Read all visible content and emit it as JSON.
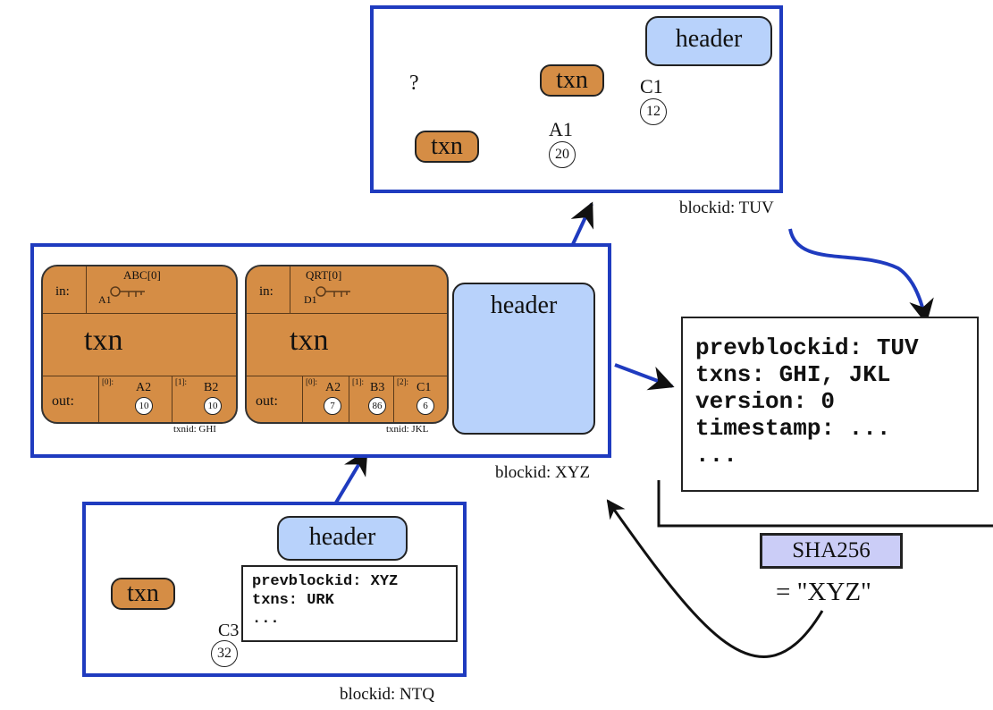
{
  "top_block": {
    "header": "header",
    "question_mark": "?",
    "txn_a": "txn",
    "txn_b": "txn",
    "output_a": {
      "name": "A1",
      "value": "20"
    },
    "output_b": {
      "name": "C1",
      "value": "12"
    },
    "blockid": "blockid: TUV"
  },
  "middle_block": {
    "header": "header",
    "blockid": "blockid: XYZ",
    "txn_ghi": {
      "in_label": "in:",
      "input_ref": "ABC[0]",
      "input_owner": "A1",
      "title": "txn",
      "out_label": "out:",
      "outputs": [
        {
          "index": "[0]:",
          "name": "A2",
          "value": "10"
        },
        {
          "index": "[1]:",
          "name": "B2",
          "value": "10"
        }
      ],
      "txnid": "txnid: GHI"
    },
    "txn_jkl": {
      "in_label": "in:",
      "input_ref": "QRT[0]",
      "input_owner": "D1",
      "title": "txn",
      "out_label": "out:",
      "outputs": [
        {
          "index": "[0]:",
          "name": "A2",
          "value": "7"
        },
        {
          "index": "[1]:",
          "name": "B3",
          "value": "86"
        },
        {
          "index": "[2]:",
          "name": "C1",
          "value": "6"
        }
      ],
      "txnid": "txnid: JKL"
    }
  },
  "header_detail": {
    "lines": [
      "prevblockid: TUV",
      "txns: GHI, JKL",
      "version: 0",
      "timestamp: ...",
      "..."
    ]
  },
  "hash": {
    "label": "SHA256",
    "result": "= \"XYZ\""
  },
  "bottom_block": {
    "header": "header",
    "txn": "txn",
    "output": {
      "name": "C3",
      "value": "32"
    },
    "lines": [
      "prevblockid: XYZ",
      "txns: URK",
      "..."
    ],
    "blockid": "blockid: NTQ"
  }
}
